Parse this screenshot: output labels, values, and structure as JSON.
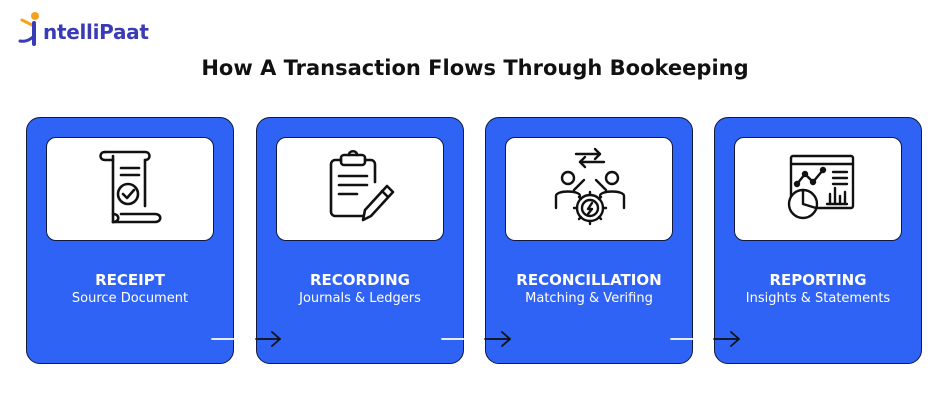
{
  "brand": {
    "name": "ntelliPaat",
    "colors": {
      "primary": "#3a3bb7",
      "accent": "#f6a21d"
    }
  },
  "title": "How A Transaction Flows Through Bookeeping",
  "colors": {
    "card": "#2f63f5",
    "outline": "#0f1a3c"
  },
  "steps": [
    {
      "heading": "RECEIPT",
      "sub": "Source Document",
      "icon": "receipt-scroll-icon"
    },
    {
      "heading": "RECORDING",
      "sub": "Journals & Ledgers",
      "icon": "clipboard-pencil-icon"
    },
    {
      "heading": "RECONCILLATION",
      "sub": "Matching & Verifing",
      "icon": "people-gear-exchange-icon"
    },
    {
      "heading": "REPORTING",
      "sub": "Insights & Statements",
      "icon": "report-charts-icon"
    }
  ],
  "arrows": [
    "arrow-right-icon",
    "arrow-right-icon",
    "arrow-right-icon"
  ]
}
